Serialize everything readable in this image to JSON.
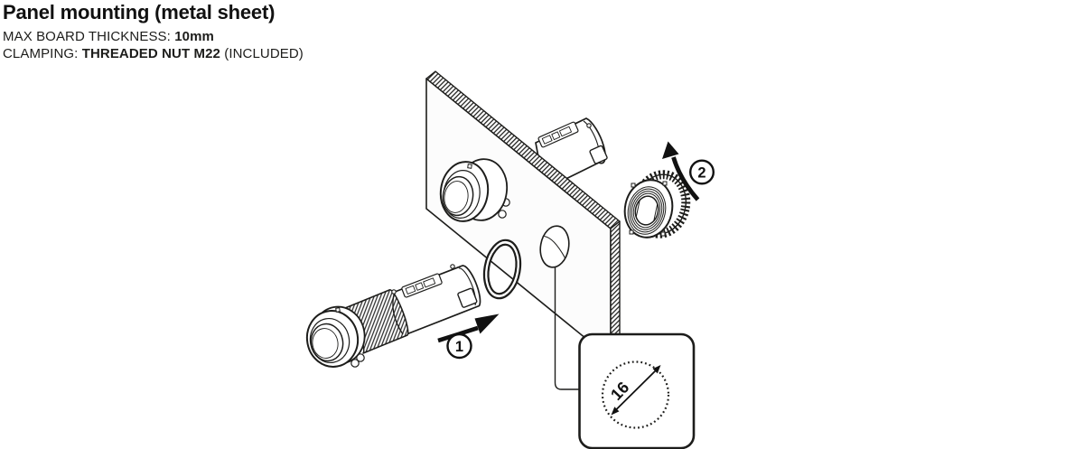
{
  "header": {
    "title": "Panel mounting (metal sheet)",
    "specs": [
      {
        "label": "MAX BOARD THICKNESS: ",
        "bold": "10mm",
        "suffix": ""
      },
      {
        "label": "CLAMPING: ",
        "bold": "THREADED NUT M22",
        "suffix": " (INCLUDED)"
      }
    ]
  },
  "diagram": {
    "step_badges": [
      {
        "label": "1"
      },
      {
        "label": "2"
      }
    ],
    "hole_diameter": "16",
    "line_color": "#1d1d1b"
  }
}
